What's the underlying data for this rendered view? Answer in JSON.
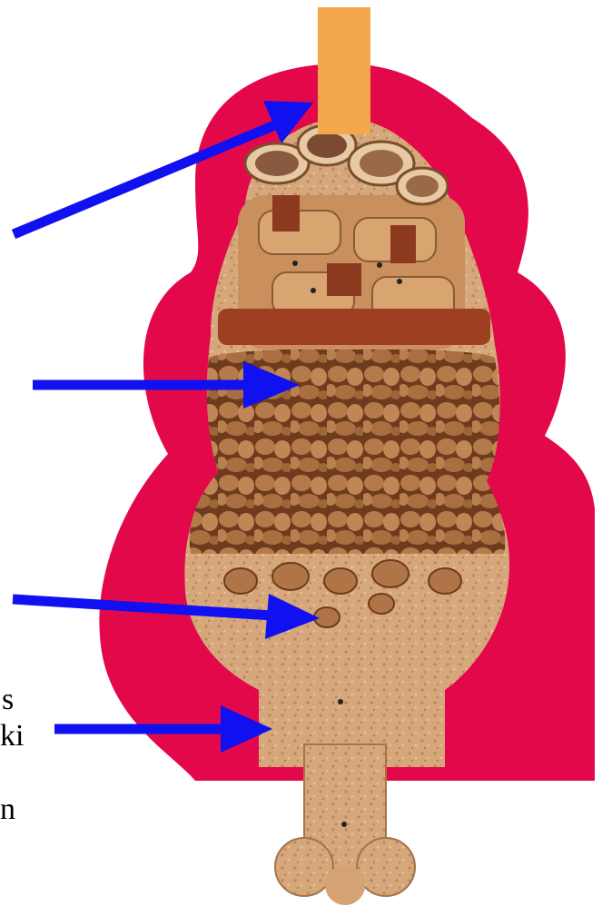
{
  "colors": {
    "background": "#ffffff",
    "outer_shape": "#e3084a",
    "arrow": "#1010f0",
    "neck_tube": "#f5a74c",
    "kibble": "#b87c4d",
    "treats": "#c9915f",
    "bone": "#d4a273"
  },
  "label_fragments": {
    "left_1": "s",
    "left_2": "ki",
    "left_3": "n"
  }
}
